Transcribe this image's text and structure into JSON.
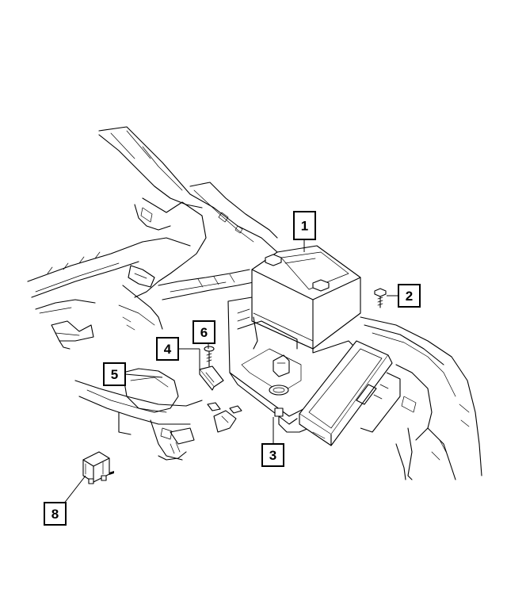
{
  "callouts": [
    {
      "id": "1",
      "label": "1"
    },
    {
      "id": "2",
      "label": "2"
    },
    {
      "id": "3",
      "label": "3"
    },
    {
      "id": "4",
      "label": "4"
    },
    {
      "id": "5",
      "label": "5"
    },
    {
      "id": "6",
      "label": "6"
    },
    {
      "id": "8",
      "label": "8"
    }
  ]
}
